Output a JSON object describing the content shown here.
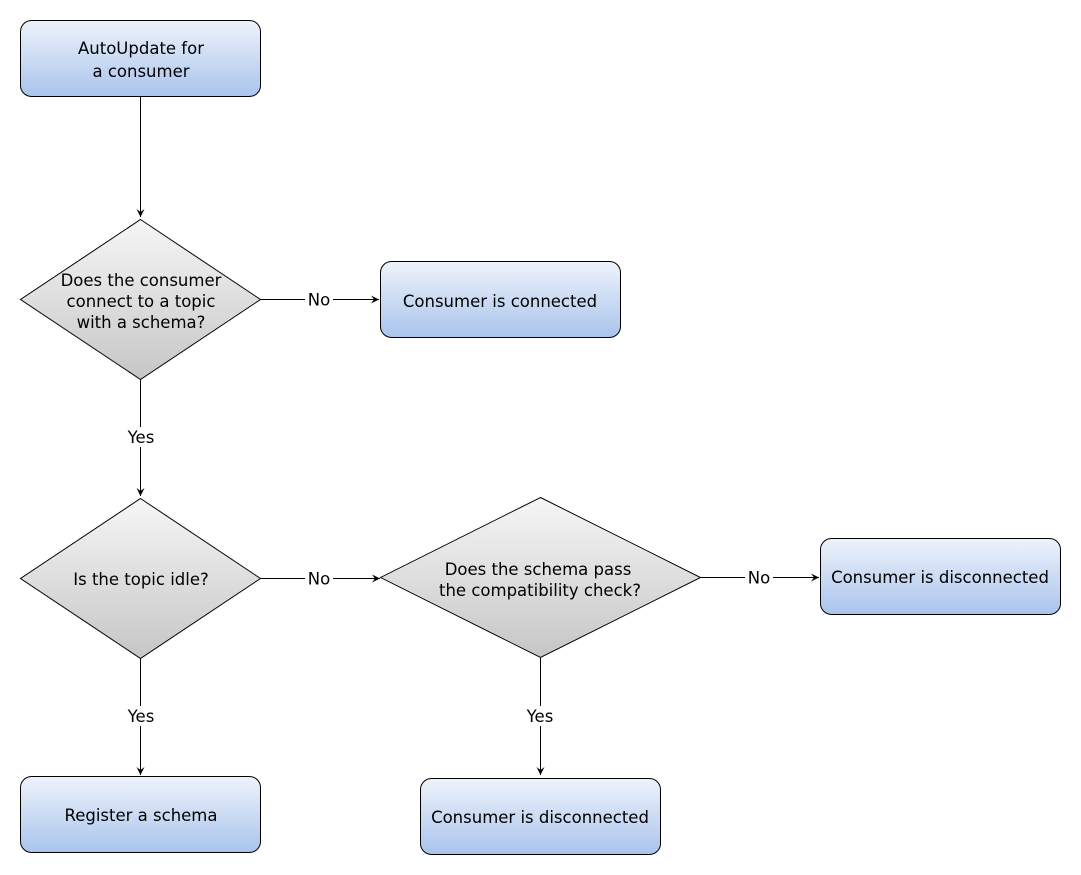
{
  "nodes": {
    "start": {
      "lines": [
        "AutoUpdate for",
        "a consumer"
      ]
    },
    "decision_schema": {
      "lines": [
        "Does the consumer",
        "connect to a topic",
        "with a schema?"
      ]
    },
    "connected": {
      "lines": [
        "Consumer is connected"
      ]
    },
    "decision_idle": {
      "lines": [
        "Is the topic idle?"
      ]
    },
    "decision_compat": {
      "lines": [
        "Does the schema pass",
        "the compatibility check?"
      ]
    },
    "disconnected_right": {
      "lines": [
        "Consumer is disconnected"
      ]
    },
    "register": {
      "lines": [
        "Register a schema"
      ]
    },
    "disconnected_bottom": {
      "lines": [
        "Consumer is disconnected"
      ]
    }
  },
  "edges": {
    "schema_no": "No",
    "schema_yes": "Yes",
    "idle_no": "No",
    "idle_yes": "Yes",
    "compat_no": "No",
    "compat_yes": "Yes"
  },
  "colors": {
    "box_top": "#eef3fb",
    "box_bottom": "#a9c4ec",
    "diamond_top": "#f6f6f6",
    "diamond_bottom": "#c6c6c6",
    "stroke": "#000000"
  }
}
